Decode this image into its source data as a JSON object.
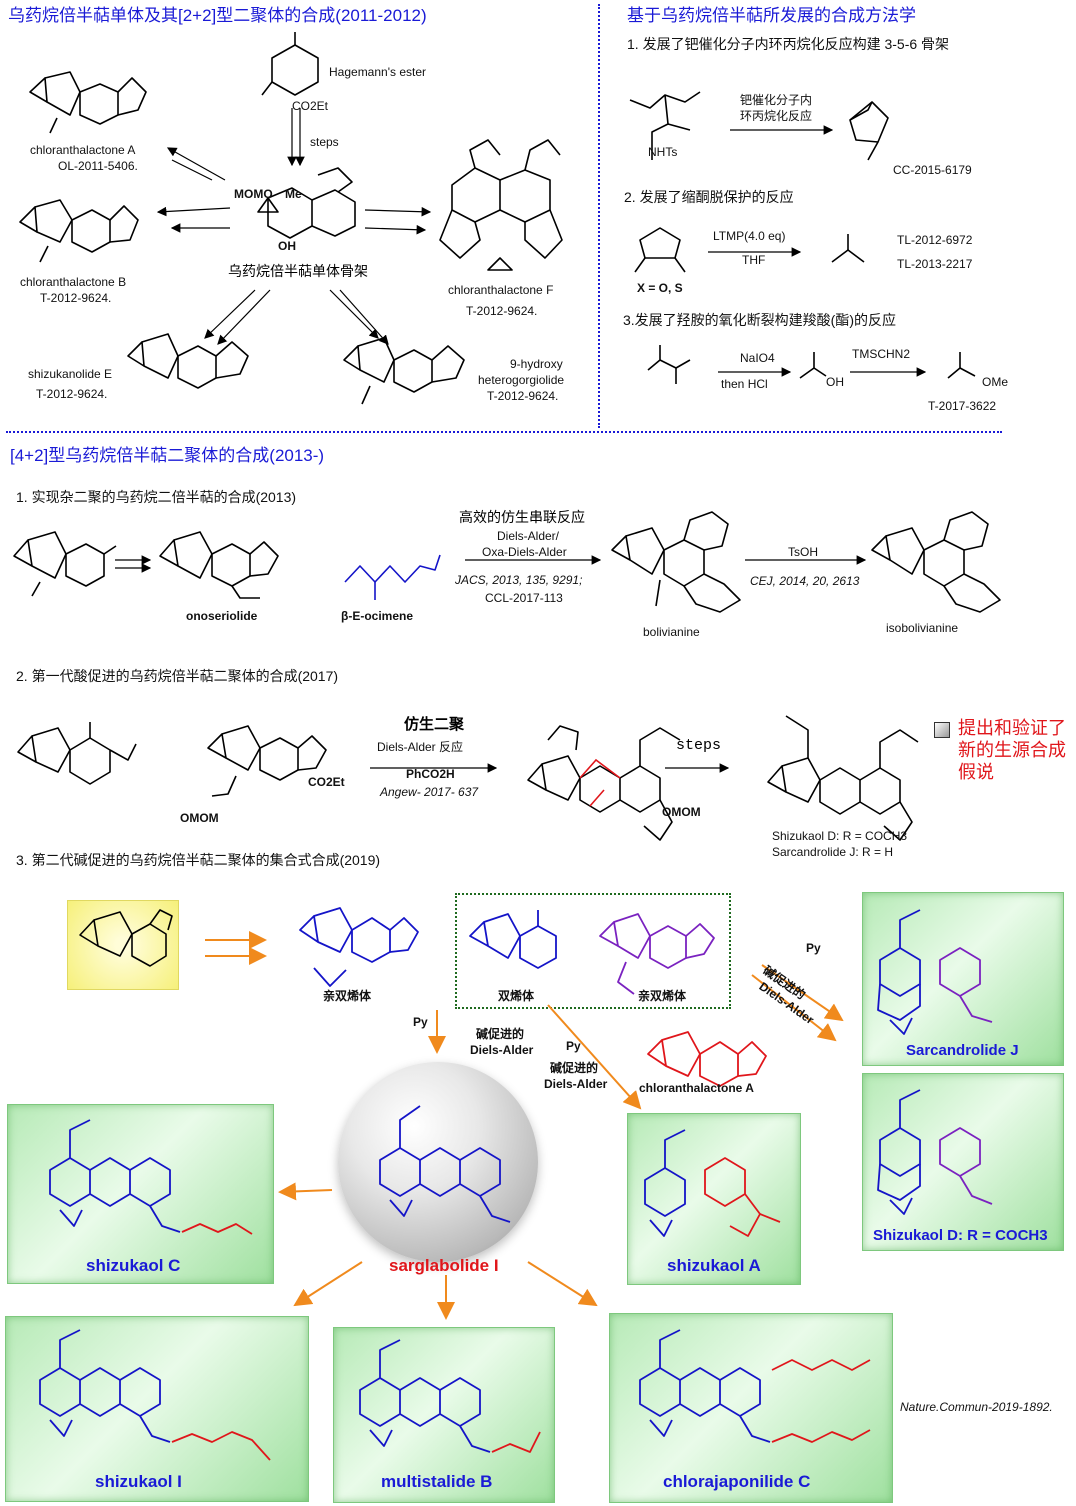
{
  "top_left": {
    "title": "乌药烷倍半萜单体及其[2+2]型二聚体的合成(2011-2012)",
    "reagent": "Hagemann's ester",
    "ester_label": "CO2Et",
    "steps": "steps",
    "scaffold_label": "乌药烷倍半萜单体骨架",
    "momo": "MOMO",
    "me": "Me",
    "oh": "OH",
    "compounds": [
      {
        "name": "chloranthalactone A",
        "ref": "OL-2011-5406."
      },
      {
        "name": "chloranthalactone B",
        "ref": "T-2012-9624."
      },
      {
        "name": "chloranthalactone F",
        "ref": "T-2012-9624."
      },
      {
        "name": "shizukanolide E",
        "ref": "T-2012-9624."
      },
      {
        "name": "9-hydroxy heterogorgiolide",
        "name_l1": "9-hydroxy",
        "name_l2": "heterogorgiolide",
        "ref": "T-2012-9624."
      }
    ]
  },
  "top_right": {
    "title": "基于乌药烷倍半萜所发展的合成方法学",
    "item1": "1. 发展了钯催化分子内环丙烷化反应构建 3-5-6 骨架",
    "item1_cond_l1": "钯催化分子内",
    "item1_cond_l2": "环丙烷化反应",
    "item1_ref": "CC-2015-6179",
    "nnhts": "NHTs",
    "item2": "2. 发展了缩酮脱保护的反应",
    "item2_reagent": "LTMP(4.0 eq)",
    "item2_solvent": "THF",
    "item2_refs": [
      "TL-2012-6972",
      "TL-2013-2217"
    ],
    "item2_x": "X = O, S",
    "item3": "3.发展了羟胺的氧化断裂构建羧酸(酯)的反应",
    "item3_reagent1": "NaIO4",
    "item3_reagent1b": "then HCl",
    "item3_reagent2": "TMSCHN2",
    "item3_ome": "OMe",
    "item3_oh": "OH",
    "item3_ref": "T-2017-3622"
  },
  "middle": {
    "title": "[4+2]型乌药烷倍半萜二聚体的合成(2013-)",
    "step1": "1. 实现杂二聚的乌药烷二倍半萜的合成(2013)",
    "step1_cond_title": "高效的仿生串联反应",
    "step1_cond_l1": "Diels-Alder/",
    "step1_cond_l2": "Oxa-Diels-Alder",
    "step1_ref1": "JACS, 2013, 135, 9291;",
    "step1_ref2": "CCL-2017-113",
    "step1_reagent2": "TsOH",
    "step1_ref3": "CEJ, 2014, 20, 2613",
    "onoseriolide": "onoseriolide",
    "ocimene": "β-E-ocimene",
    "bolivianine": "bolivianine",
    "isobolivianine": "isobolivianine",
    "step2": "2. 第一代酸促进的乌药烷倍半萜二聚体的合成(2017)",
    "step2_cond_title": "仿生二聚",
    "step2_cond_l1": "Diels-Alder 反应",
    "step2_acid": "PhCO2H",
    "step2_ref": "Angew- 2017- 637",
    "step2_steps": "steps",
    "step2_products_l1": "Shizukaol D: R = COCH3",
    "step2_products_l2": "Sarcandrolide J: R = H",
    "step2_hypothesis_l1": "提出和验证了",
    "step2_hypothesis_l2": "新的生源合成",
    "step2_hypothesis_l3": "假说",
    "omom": "OMOM",
    "co2et": "CO2Et",
    "step3": "3. 第二代碱促进的乌药烷倍半萜二聚体的集合式合成(2019)"
  },
  "bottom": {
    "dienophile": "亲双烯体",
    "diene": "双烯体",
    "py": "Py",
    "base_l1": "碱促进的",
    "base_l2": "Diels-Alder",
    "chloranthalactone_a": "chloranthalactone A",
    "hub": "sarglabolide I",
    "panels": {
      "sarcandrolide_j": "Sarcandrolide J",
      "shizukaol_d": "Shizukaol D: R = COCH3",
      "shizukaol_c": "shizukaol C",
      "shizukaol_a": "shizukaol A",
      "shizukaol_i": "shizukaol I",
      "multistalide_b": "multistalide B",
      "chlorajaponilide_c": "chlorajaponilide C"
    },
    "ref": "Nature.Commun-2019-1892."
  }
}
